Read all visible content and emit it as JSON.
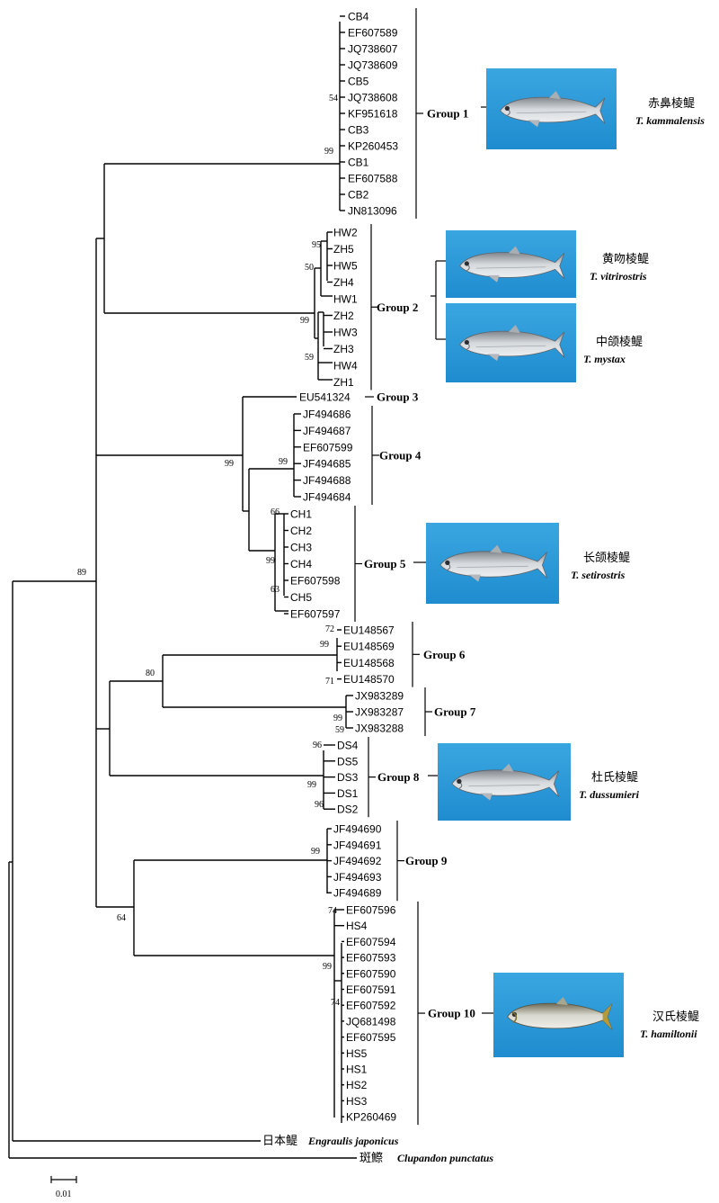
{
  "groups": [
    {
      "label": "Group 1",
      "taxa": [
        "CB4",
        "EF607589",
        "JQ738607",
        "JQ738609",
        "CB5",
        "JQ738608",
        "KF951618",
        "CB3",
        "KP260453",
        "CB1",
        "EF607588",
        "CB2",
        "JN813096"
      ],
      "species": [
        {
          "cn": "赤鼻棱鳀",
          "sci": "T. kammalensis"
        }
      ]
    },
    {
      "label": "Group 2",
      "taxa": [
        "HW2",
        "ZH5",
        "HW5",
        "ZH4",
        "HW1",
        "ZH2",
        "HW3",
        "ZH3",
        "HW4",
        "ZH1"
      ],
      "species": [
        {
          "cn": "黄吻棱鳀",
          "sci": "T. vitrirostris"
        },
        {
          "cn": "中颌棱鳀",
          "sci": "T. mystax"
        }
      ]
    },
    {
      "label": "Group 3",
      "taxa": [
        "EU541324"
      ],
      "species": []
    },
    {
      "label": "Group 4",
      "taxa": [
        "JF494686",
        "JF494687",
        "EF607599",
        "JF494685",
        "JF494688",
        "JF494684"
      ],
      "species": []
    },
    {
      "label": "Group 5",
      "taxa": [
        "CH1",
        "CH2",
        "CH3",
        "CH4",
        "EF607598",
        "CH5",
        "EF607597"
      ],
      "species": [
        {
          "cn": "长颌棱鳀",
          "sci": "T. setirostris"
        }
      ]
    },
    {
      "label": "Group 6",
      "taxa": [
        "EU148567",
        "EU148569",
        "EU148568",
        "EU148570"
      ],
      "species": []
    },
    {
      "label": "Group 7",
      "taxa": [
        "JX983289",
        "JX983287",
        "JX983288"
      ],
      "species": []
    },
    {
      "label": "Group 8",
      "taxa": [
        "DS4",
        "DS5",
        "DS3",
        "DS1",
        "DS2"
      ],
      "species": [
        {
          "cn": "杜氏棱鳀",
          "sci": "T. dussumieri"
        }
      ]
    },
    {
      "label": "Group 9",
      "taxa": [
        "JF494690",
        "JF494691",
        "JF494692",
        "JF494693",
        "JF494689"
      ],
      "species": []
    },
    {
      "label": "Group 10",
      "taxa": [
        "EF607596",
        "HS4",
        "EF607594",
        "EF607593",
        "EF607590",
        "EF607591",
        "EF607592",
        "JQ681498",
        "EF607595",
        "HS5",
        "HS1",
        "HS2",
        "HS3",
        "KP260469"
      ],
      "species": [
        {
          "cn": "汉氏棱鳀",
          "sci": "T. hamiltonii"
        }
      ]
    }
  ],
  "bootstrap": [
    "54",
    "99",
    "95",
    "50",
    "99",
    "59",
    "99",
    "99",
    "66",
    "99",
    "63",
    "89",
    "72",
    "99",
    "71",
    "80",
    "99",
    "59",
    "96",
    "99",
    "96",
    "99",
    "74",
    "99",
    "74",
    "64"
  ],
  "outgroups": [
    {
      "cn": "日本鳀",
      "sci": "Engraulis japonicus"
    },
    {
      "cn": "斑鰶",
      "sci": "Clupandon punctatus"
    }
  ],
  "scale_bar": "0.01",
  "colors": {
    "photo_bg": "#2f9fdc",
    "photo_bg_edge": "#1f86c9",
    "fish_body": "#c9ccd0",
    "fish_back": "#8e9399"
  }
}
